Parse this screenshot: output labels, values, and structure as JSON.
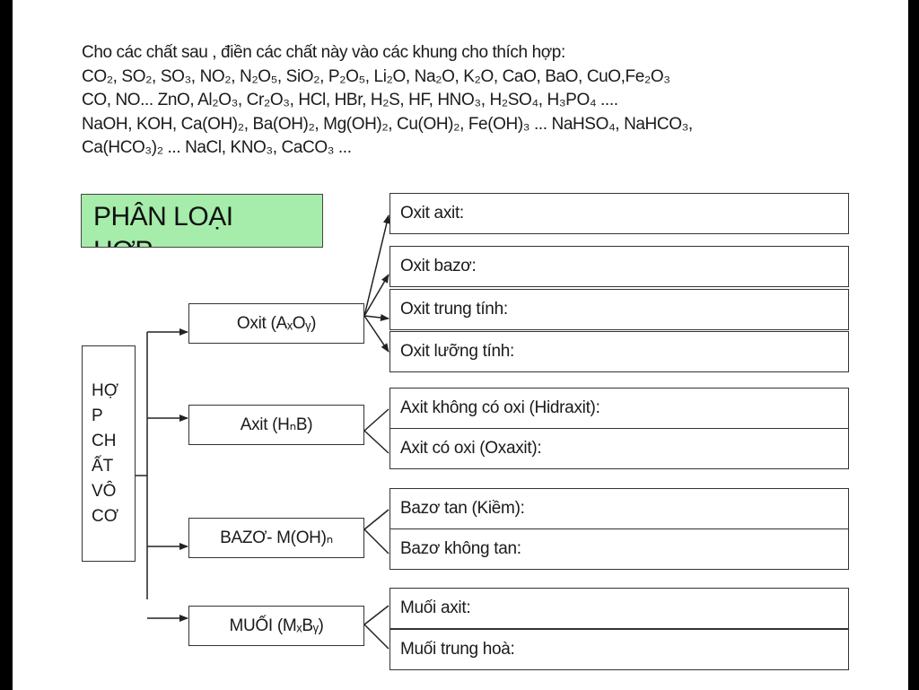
{
  "instruction": {
    "line1": "Cho các chất sau , điền các chất này vào các khung cho thích hợp:",
    "line2": "CO₂, SO₂, SO₃, NO₂, N₂O₅, SiO₂, P₂O₅, Li₂O, Na₂O, K₂O, CaO, BaO, CuO,Fe₂O₃",
    "line3": "CO, NO... ZnO, Al₂O₃, Cr₂O₃, HCl, HBr, H₂S, HF, HNO₃, H₂SO₄, H₃PO₄ ....",
    "line4": "NaOH, KOH, Ca(OH)₂, Ba(OH)₂, Mg(OH)₂, Cu(OH)₂, Fe(OH)₃ ... NaHSO₄, NaHCO₃,",
    "line5": "Ca(HCO₃)₂ ... NaCl, KNO₃, CaCO₃ ..."
  },
  "title": {
    "line1": "PHÂN LOẠI",
    "line2": "HỢP"
  },
  "root": {
    "lines": [
      "HỢ",
      "P",
      "CH",
      "ẤT",
      "VÔ",
      "CƠ"
    ]
  },
  "categories": {
    "oxit": "Oxit (AₓOᵧ)",
    "axit": "Axit (HₙB)",
    "bazo": "BAZƠ- M(OH)ₙ",
    "muoi": "MUỐI (MₓBᵧ)"
  },
  "subcategories": {
    "oxit_axit": "Oxit axit:",
    "oxit_bazo": "Oxit bazơ:",
    "oxit_trung_tinh": "Oxit trung tính:",
    "oxit_luong_tinh": "Oxit lưỡng tính:",
    "axit_khong_oxi": "Axit không có oxi (Hidraxit):",
    "axit_co_oxi": "Axit có oxi (Oxaxit):",
    "bazo_tan": "Bazơ tan (Kiềm):",
    "bazo_khong_tan": "Bazơ không tan:",
    "muoi_axit": "Muối axit:",
    "muoi_trung_hoa": "Muối trung hoà:"
  },
  "colors": {
    "title_bg": "#a6ecaa",
    "line": "#222222"
  }
}
